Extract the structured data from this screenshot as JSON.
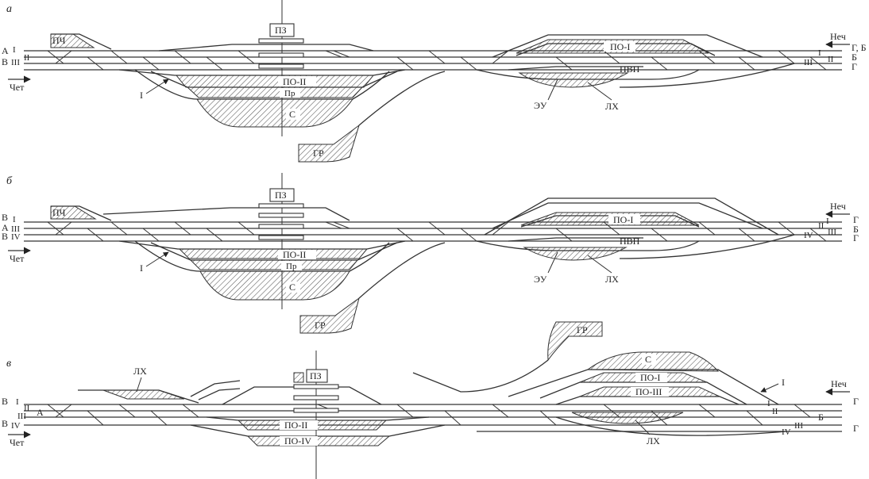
{
  "figure": {
    "panel_a": {
      "tag": "а",
      "labels": {
        "pz": "ПЗ",
        "pch": "ПЧ",
        "po1": "ПО-I",
        "po2": "ПО-II",
        "pr": "Пр",
        "pvp": "ПВП",
        "s": "С",
        "gr": "ГР",
        "eu": "ЭУ",
        "lh": "ЛХ",
        "one": "I",
        "nech": "Неч",
        "chet": "Чет"
      },
      "left_ends": [
        "А",
        "В"
      ],
      "left_tracks": [
        "I",
        "II",
        "III"
      ],
      "right_ends": [
        "Г, Б",
        "Б",
        "Г"
      ],
      "right_tracks": [
        "I",
        "II",
        "III"
      ]
    },
    "panel_b": {
      "tag": "б",
      "labels": {
        "pz": "ПЗ",
        "pch": "ПЧ",
        "po1": "ПО-I",
        "po2": "ПО-II",
        "pr": "Пр",
        "pvp": "ПВП",
        "s": "С",
        "gr": "ГР",
        "eu": "ЭУ",
        "lh": "ЛХ",
        "one": "I",
        "nech": "Неч",
        "chet": "Чет"
      },
      "left_ends": [
        "В",
        "А",
        "В"
      ],
      "left_tracks": [
        "I",
        "III",
        "IV"
      ],
      "right_ends": [
        "Г",
        "Б",
        "Г"
      ],
      "right_tracks": [
        "I",
        "II",
        "III",
        "IV"
      ]
    },
    "panel_c": {
      "tag": "в",
      "labels": {
        "pz": "ПЗ",
        "lh_left": "ЛХ",
        "lh_right": "ЛХ",
        "s": "С",
        "po1": "ПО-I",
        "po2": "ПО-II",
        "po3": "ПО-III",
        "po4": "ПО-IV",
        "gr": "ГР",
        "one": "I",
        "nech": "Неч",
        "chet": "Чет",
        "a": "А",
        "b": "Б"
      },
      "left_ends": [
        "В",
        "В"
      ],
      "left_tracks": [
        "I",
        "II",
        "III",
        "IV"
      ],
      "right_ends": [
        "Г",
        "Г"
      ],
      "right_tracks": [
        "I",
        "II",
        "III",
        "IV"
      ]
    }
  }
}
